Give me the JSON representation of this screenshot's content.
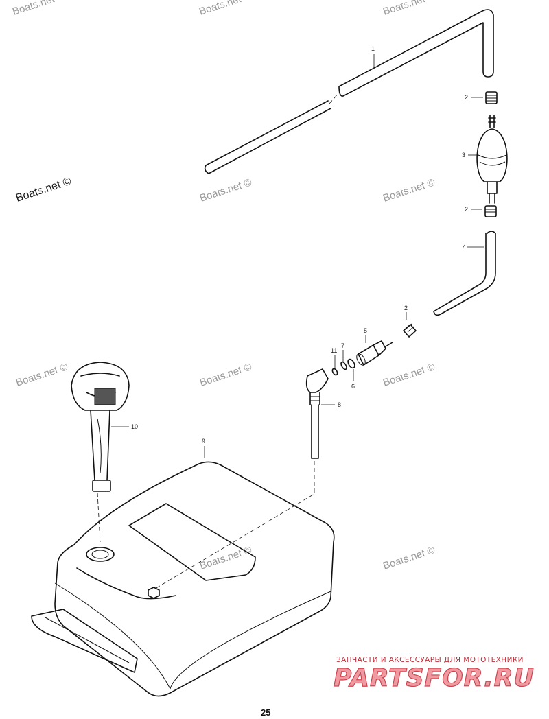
{
  "diagram": {
    "callouts": {
      "c1": "1",
      "c2a": "2",
      "c3": "3",
      "c2b": "2",
      "c4": "4",
      "c2c": "2",
      "c5": "5",
      "c11": "11",
      "c7": "7",
      "c6": "6",
      "c8": "8",
      "c9": "9",
      "c10": "10"
    },
    "page_number": "25"
  },
  "watermarks": {
    "text": "Boats.net ©"
  },
  "brand": {
    "tagline": "ЗАПЧАСТИ И АКСЕССУАРЫ ДЛЯ МОТОТЕХНИКИ",
    "logo_text": "PARTSFOR.RU"
  },
  "colors": {
    "line": "#111111",
    "watermark": "#9a9a9a",
    "brand_red": "#d04450"
  }
}
